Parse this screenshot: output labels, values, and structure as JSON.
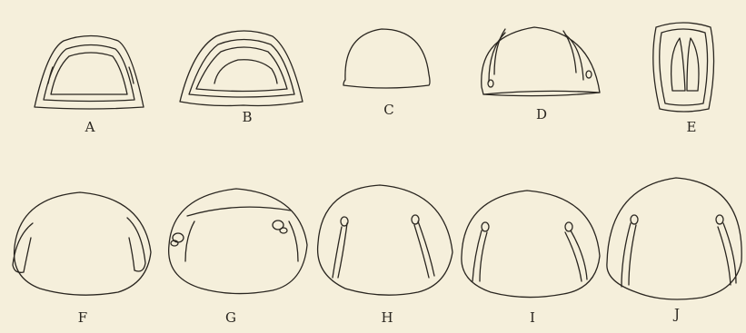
{
  "figures": [
    {
      "label": "A"
    },
    {
      "label": "B"
    },
    {
      "label": "C"
    },
    {
      "label": "D"
    },
    {
      "label": "E"
    },
    {
      "label": "F"
    },
    {
      "label": "G"
    },
    {
      "label": "H"
    },
    {
      "label": "I"
    },
    {
      "label": "J"
    }
  ],
  "colors": {
    "paper": "#f5efdb",
    "ink": "#2a2620"
  }
}
